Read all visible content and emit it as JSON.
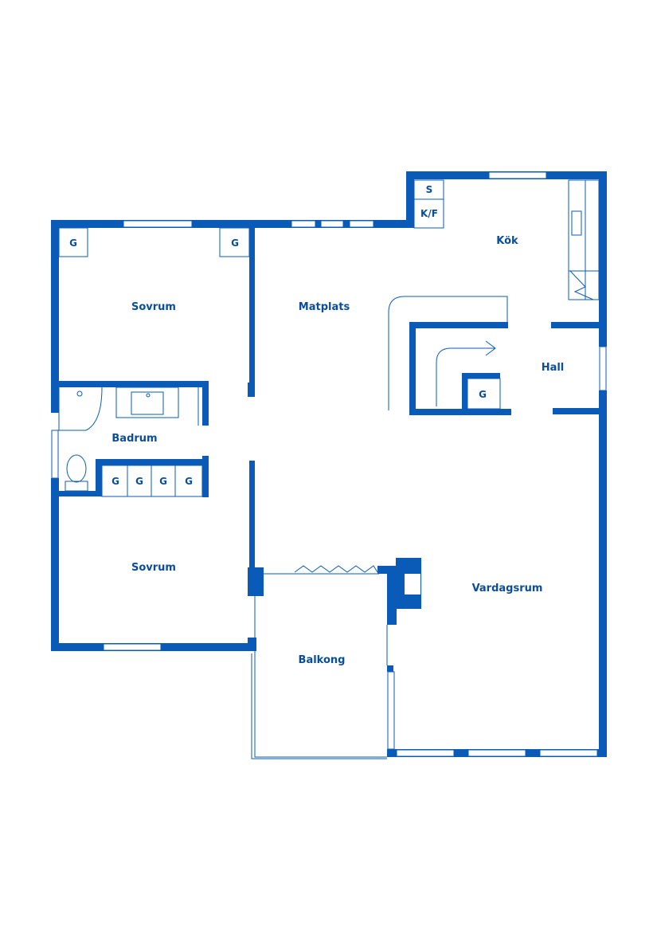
{
  "rooms": {
    "sovrum_top": "Sovrum",
    "matplats": "Matplats",
    "kok": "Kök",
    "hall": "Hall",
    "badrum": "Badrum",
    "sovrum_bottom": "Sovrum",
    "vardagsrum": "Vardagsrum",
    "balkong": "Balkong"
  },
  "fixtures": {
    "s": "S",
    "kf": "K/F",
    "g": "G"
  },
  "colors": {
    "wall": "#0a5bb8",
    "text": "#0a4d9a",
    "background": "#ffffff"
  }
}
